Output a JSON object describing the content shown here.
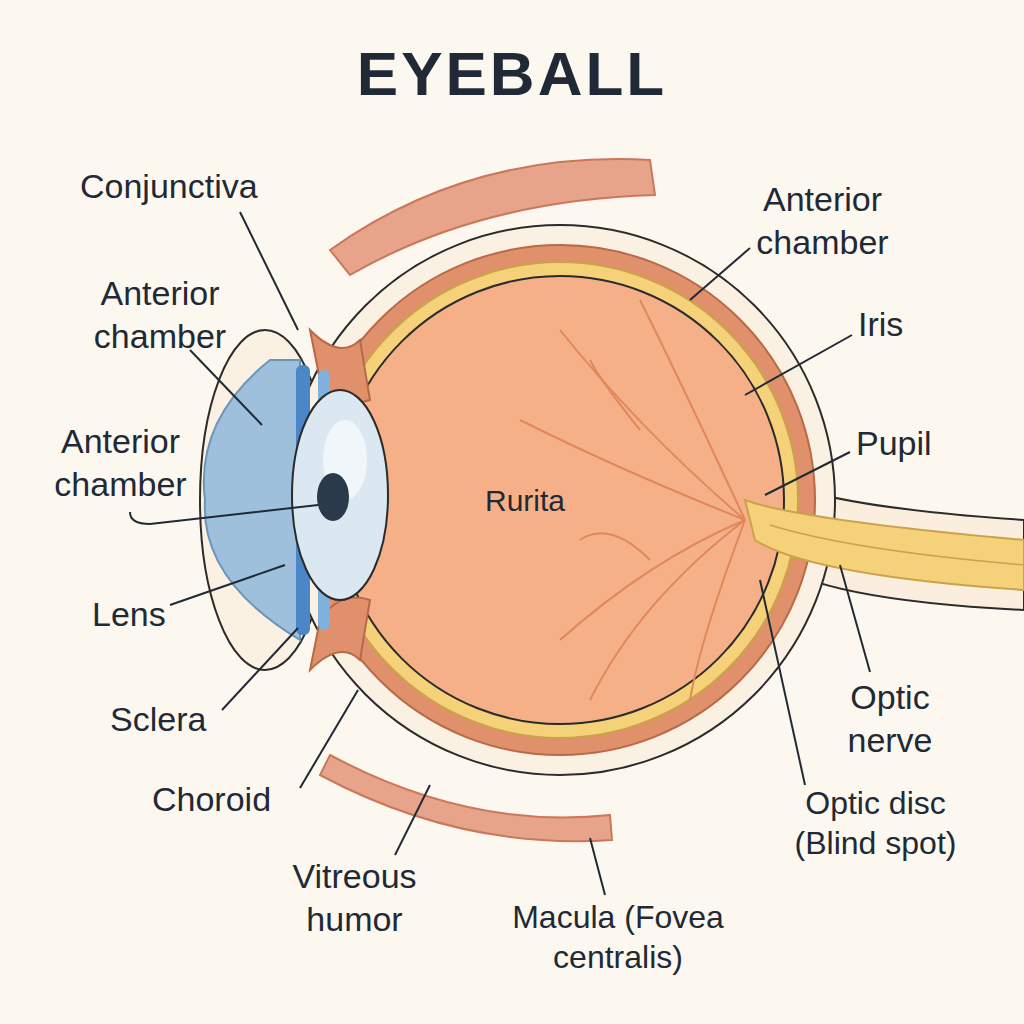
{
  "diagram": {
    "title": "EYEBALL",
    "labels": [
      "Conjunctiva",
      "Anterior chamber",
      "Anterior chamber",
      "Lens",
      "Sclera",
      "Choroid",
      "Vitreous humor",
      "Macula (Fovea centralis)",
      "Anterior chamber",
      "Iris",
      "Pupil",
      "Optic nerve",
      "Optic disc (Blind spot)",
      "Rurita"
    ]
  }
}
